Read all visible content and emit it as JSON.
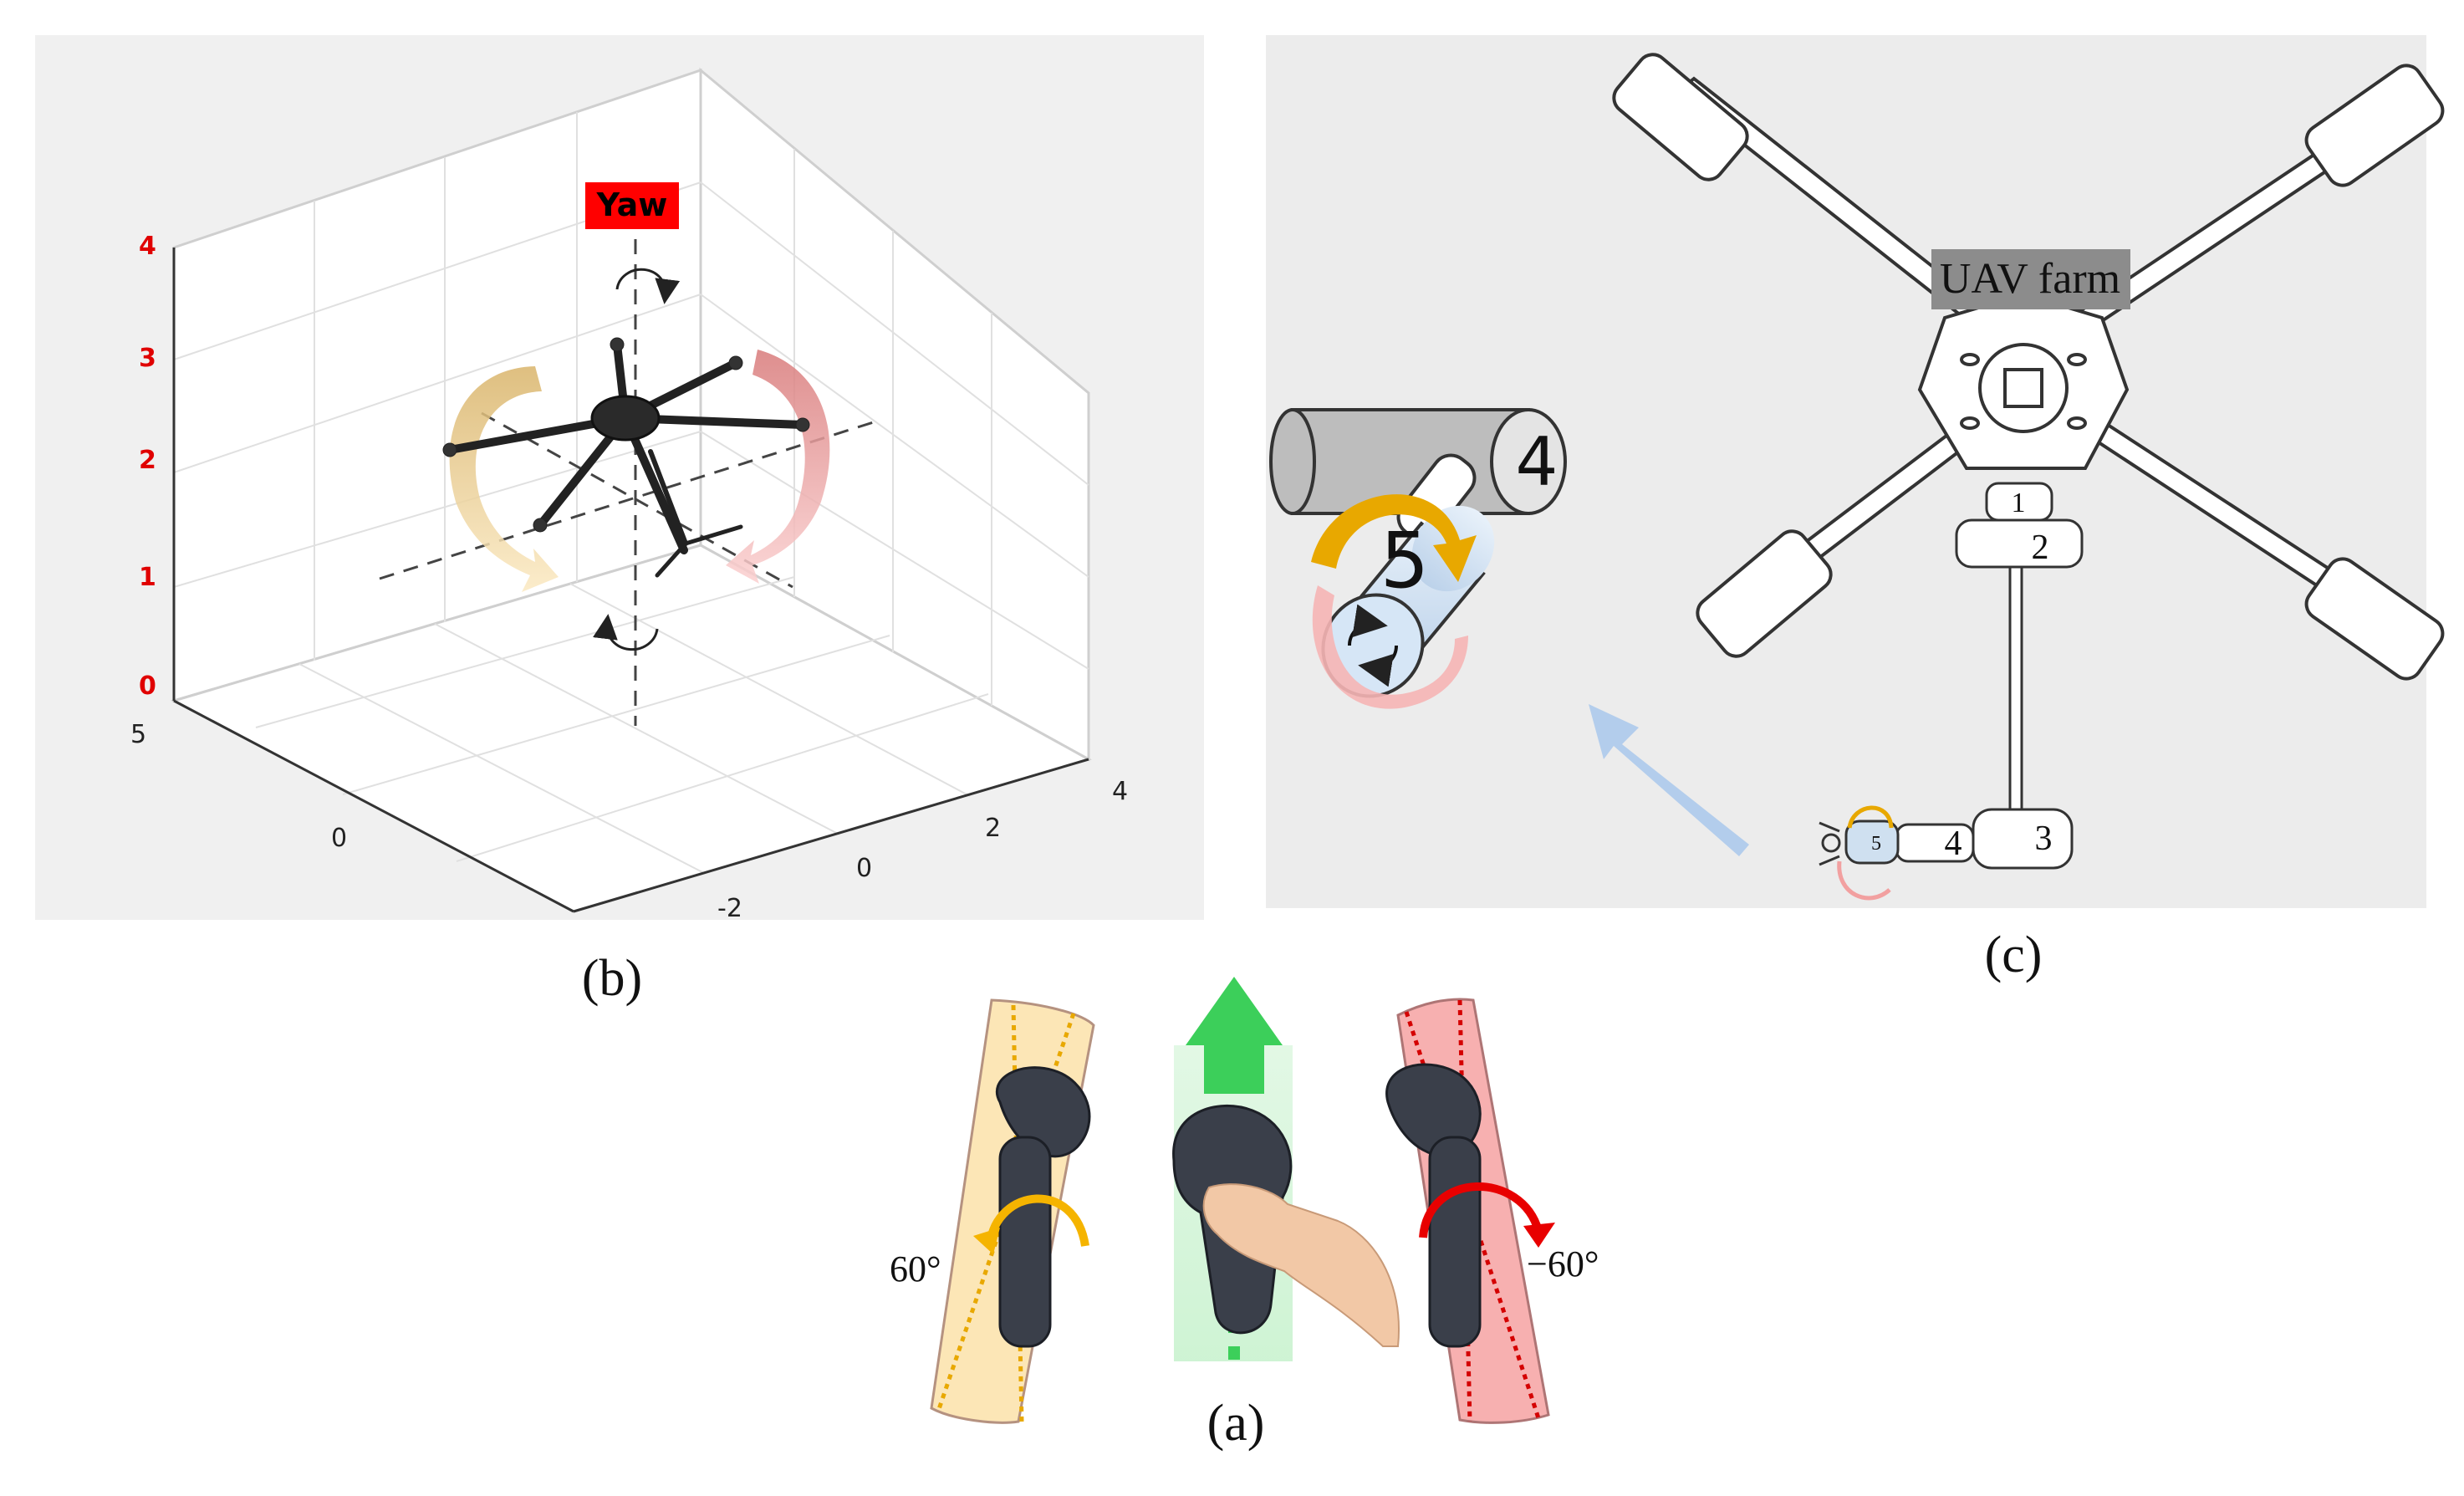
{
  "panel_b": {
    "caption": "(b)",
    "yaw_tag": "Yaw",
    "z_ticks": [
      "0",
      "1",
      "2",
      "3",
      "4"
    ],
    "x_ticks": [
      "-2",
      "0",
      "2",
      "4"
    ],
    "y_ticks": [
      "0",
      "5"
    ],
    "colors": {
      "yaw_tag": "#ff0000",
      "z_tick": "#e00000",
      "roll_arrow": "#e8c27a",
      "pitch_arrow": "#e88a8a"
    }
  },
  "panel_c": {
    "caption": "(c)",
    "sign": "UAV farm",
    "parts": [
      "1",
      "2",
      "3",
      "4",
      "5"
    ],
    "detail_parts": [
      "4",
      "5"
    ],
    "colors": {
      "gimbal_arrow": "#e8a800",
      "joint": "#cfe0f0",
      "pointer": "#a9c8ec"
    }
  },
  "panel_a": {
    "caption": "(a)",
    "left_angle": "60°",
    "right_angle": "−60°",
    "colors": {
      "left_sector": "#fbd27c",
      "right_sector": "#f27c7c",
      "forward": "#3ccf5a"
    }
  }
}
